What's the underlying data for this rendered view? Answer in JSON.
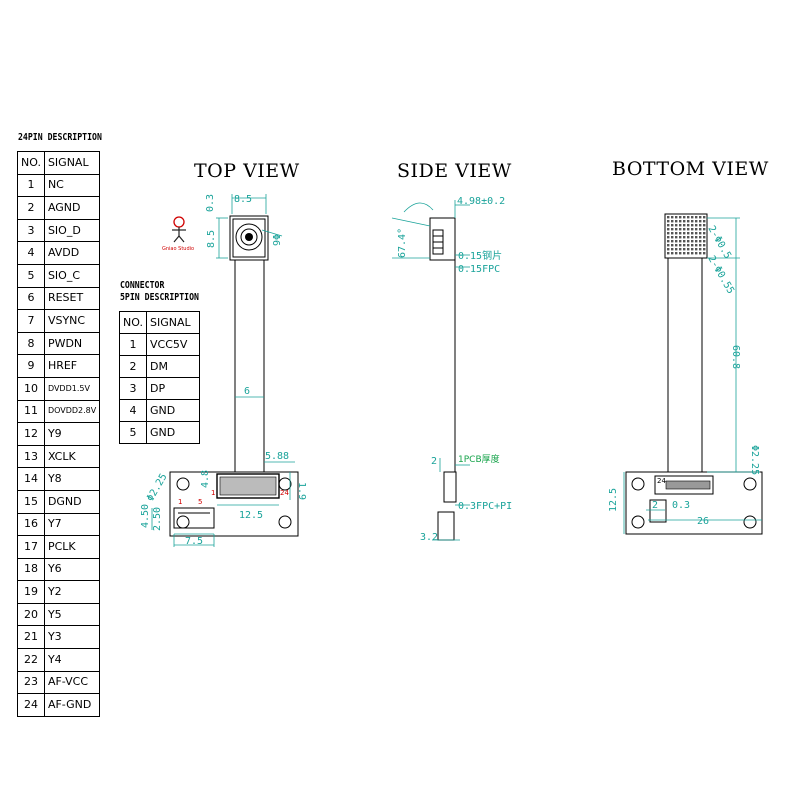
{
  "pin_table": {
    "title": "24PIN DESCRIPTION",
    "header_no": "NO.",
    "header_signal": "SIGNAL",
    "rows": [
      {
        "no": "1",
        "signal": "NC"
      },
      {
        "no": "2",
        "signal": "AGND"
      },
      {
        "no": "3",
        "signal": "SIO_D"
      },
      {
        "no": "4",
        "signal": "AVDD"
      },
      {
        "no": "5",
        "signal": "SIO_C"
      },
      {
        "no": "6",
        "signal": "RESET"
      },
      {
        "no": "7",
        "signal": "VSYNC"
      },
      {
        "no": "8",
        "signal": "PWDN"
      },
      {
        "no": "9",
        "signal": "HREF"
      },
      {
        "no": "10",
        "signal": "DVDD1.5V"
      },
      {
        "no": "11",
        "signal": "DOVDD2.8V"
      },
      {
        "no": "12",
        "signal": "Y9"
      },
      {
        "no": "13",
        "signal": "XCLK"
      },
      {
        "no": "14",
        "signal": "Y8"
      },
      {
        "no": "15",
        "signal": "DGND"
      },
      {
        "no": "16",
        "signal": "Y7"
      },
      {
        "no": "17",
        "signal": "PCLK"
      },
      {
        "no": "18",
        "signal": "Y6"
      },
      {
        "no": "19",
        "signal": "Y2"
      },
      {
        "no": "20",
        "signal": "Y5"
      },
      {
        "no": "21",
        "signal": "Y3"
      },
      {
        "no": "22",
        "signal": "Y4"
      },
      {
        "no": "23",
        "signal": "AF-VCC"
      },
      {
        "no": "24",
        "signal": "AF-GND"
      }
    ]
  },
  "connector_table": {
    "title_line1": "CONNECTOR",
    "title_line2": "5PIN DESCRIPTION",
    "header_no": "NO.",
    "header_signal": "SIGNAL",
    "rows": [
      {
        "no": "1",
        "signal": "VCC5V"
      },
      {
        "no": "2",
        "signal": "DM"
      },
      {
        "no": "3",
        "signal": "DP"
      },
      {
        "no": "4",
        "signal": "GND"
      },
      {
        "no": "5",
        "signal": "GND"
      }
    ]
  },
  "views": {
    "top": "TOP VIEW",
    "side": "SIDE VIEW",
    "bottom": "BOTTOM VIEW"
  },
  "logo_text": "Gniao Studio",
  "top_dims": {
    "w_top": "8.5",
    "h_small": "0.3",
    "h_left": "8.5",
    "lens": "Φ6",
    "flex_w": "6",
    "conn_w": "5.88",
    "conn_h1": "4.8",
    "conn_h2": "1.9",
    "hole": "Φ2.25",
    "pcb_w": "12.5",
    "usb_h1": "4.50",
    "usb_h2": "2.50",
    "usb_w": "7.5",
    "pin1": "1",
    "pin24": "24",
    "c1": "1",
    "c5": "5"
  },
  "side_dims": {
    "angle": "67.4°",
    "thick": "4.98±0.2",
    "a": "0.15钢片",
    "b": "0.15FPC",
    "pcb_note": "1PCB厚度",
    "two": "2",
    "c": "0.3FPC+PI",
    "d": "3.2"
  },
  "bottom_dims": {
    "d1": "2-Φ0.5",
    "d2": "2-Φ0.55",
    "len": "60.8",
    "hole": "Φ2.25",
    "h": "12.5",
    "gap": "2",
    "gap2": "0.3",
    "w": "26",
    "pin24": "24"
  },
  "colors": {
    "dimension": "#1aa39a",
    "pin_marker": "#d00000",
    "note": "#16a34a"
  }
}
